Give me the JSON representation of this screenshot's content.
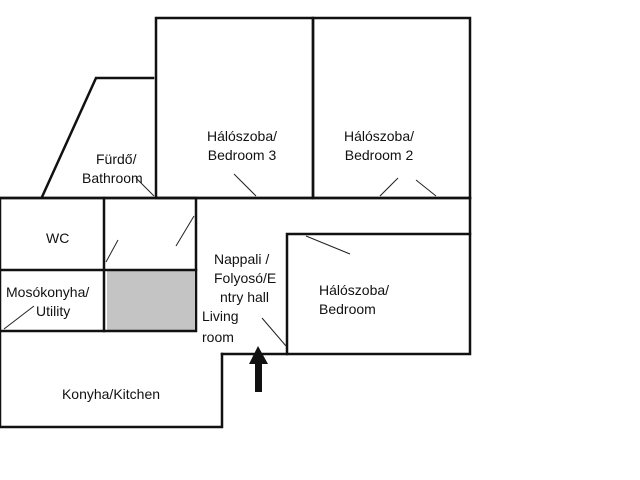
{
  "colors": {
    "wall": "#111111",
    "shaded": "#c4c4c4",
    "background": "#ffffff"
  },
  "rooms": {
    "bedroom3": {
      "line1": "Hálószoba/",
      "line2": "Bedroom 3"
    },
    "bedroom2": {
      "line1": "Hálószoba/",
      "line2": "Bedroom 2"
    },
    "bathroom": {
      "line1": "Fürdő/",
      "line2": "Bathroom"
    },
    "wc": {
      "label": "WC"
    },
    "utility": {
      "line1": "Mosókonyha/",
      "line2": "Utility"
    },
    "hall": {
      "line1": "Nappali /",
      "line2": "Folyosó/E",
      "line3": "ntry hall",
      "line4": "Living",
      "line5": "room"
    },
    "bedroom": {
      "line1": "Hálószoba/",
      "line2": "Bedroom"
    },
    "kitchen": {
      "label": "Konyha/Kitchen"
    }
  },
  "entrance_arrow_icon": "arrow-up-icon"
}
